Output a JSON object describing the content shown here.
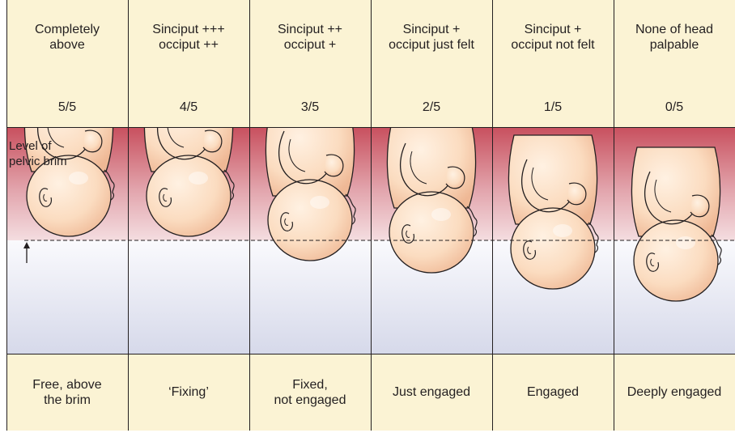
{
  "columns": [
    {
      "palpation": "Completely\nabove",
      "fifths": "5/5",
      "status": "Free, above\nthe brim"
    },
    {
      "palpation": "Sinciput +++\nocciput ++",
      "fifths": "4/5",
      "status": "‘Fixing’"
    },
    {
      "palpation": "Sinciput ++\nocciput +",
      "fifths": "3/5",
      "status": "Fixed,\nnot engaged"
    },
    {
      "palpation": "Sinciput +\nocciput just felt",
      "fifths": "2/5",
      "status": "Just engaged"
    },
    {
      "palpation": "Sinciput +\nocciput not felt",
      "fifths": "1/5",
      "status": "Engaged"
    },
    {
      "palpation": "None of head\npalpable",
      "fifths": "0/5",
      "status": "Deeply engaged"
    }
  ],
  "brim_label": "Level of\npelvic brim",
  "colors": {
    "header_bg": "#fbf3d4",
    "pelvis_top": "#c8505e",
    "pelvis_bottom": "#f4dde0",
    "below_brim": "#dcdfee",
    "skin": "#fbdcc0",
    "skin_shadow": "#efb895",
    "outline": "#231f20"
  }
}
